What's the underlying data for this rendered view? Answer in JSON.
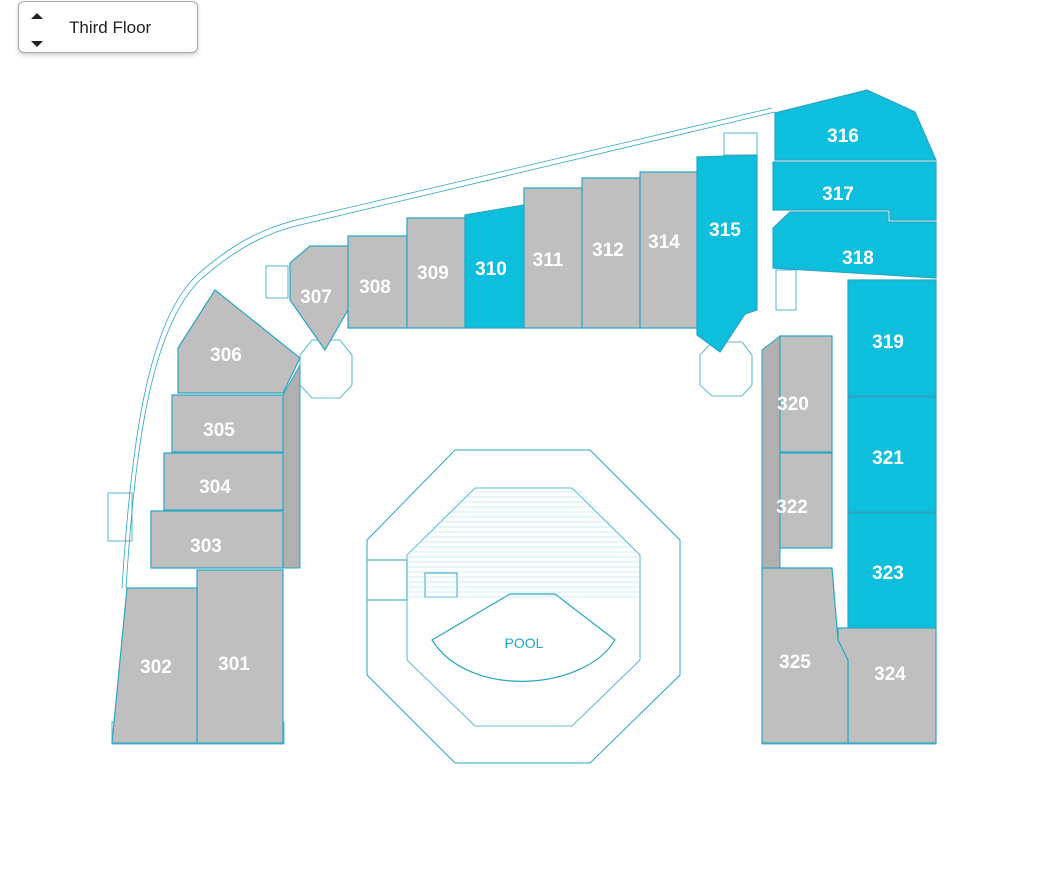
{
  "floor_selector": {
    "selected": "Third Floor"
  },
  "colors": {
    "available": "#0ebfdd",
    "unavailable": "#bfbfbf",
    "outline": "#2aa6c2"
  },
  "pool_label": "POOL",
  "units": [
    {
      "id": "301",
      "status": "unavailable"
    },
    {
      "id": "302",
      "status": "unavailable"
    },
    {
      "id": "303",
      "status": "unavailable"
    },
    {
      "id": "304",
      "status": "unavailable"
    },
    {
      "id": "305",
      "status": "unavailable"
    },
    {
      "id": "306",
      "status": "unavailable"
    },
    {
      "id": "307",
      "status": "unavailable"
    },
    {
      "id": "308",
      "status": "unavailable"
    },
    {
      "id": "309",
      "status": "unavailable"
    },
    {
      "id": "310",
      "status": "available"
    },
    {
      "id": "311",
      "status": "unavailable"
    },
    {
      "id": "312",
      "status": "unavailable"
    },
    {
      "id": "314",
      "status": "unavailable"
    },
    {
      "id": "315",
      "status": "available"
    },
    {
      "id": "316",
      "status": "available"
    },
    {
      "id": "317",
      "status": "available"
    },
    {
      "id": "318",
      "status": "available"
    },
    {
      "id": "319",
      "status": "available"
    },
    {
      "id": "320",
      "status": "unavailable"
    },
    {
      "id": "321",
      "status": "available"
    },
    {
      "id": "322",
      "status": "unavailable"
    },
    {
      "id": "323",
      "status": "available"
    },
    {
      "id": "324",
      "status": "unavailable"
    },
    {
      "id": "325",
      "status": "unavailable"
    }
  ]
}
